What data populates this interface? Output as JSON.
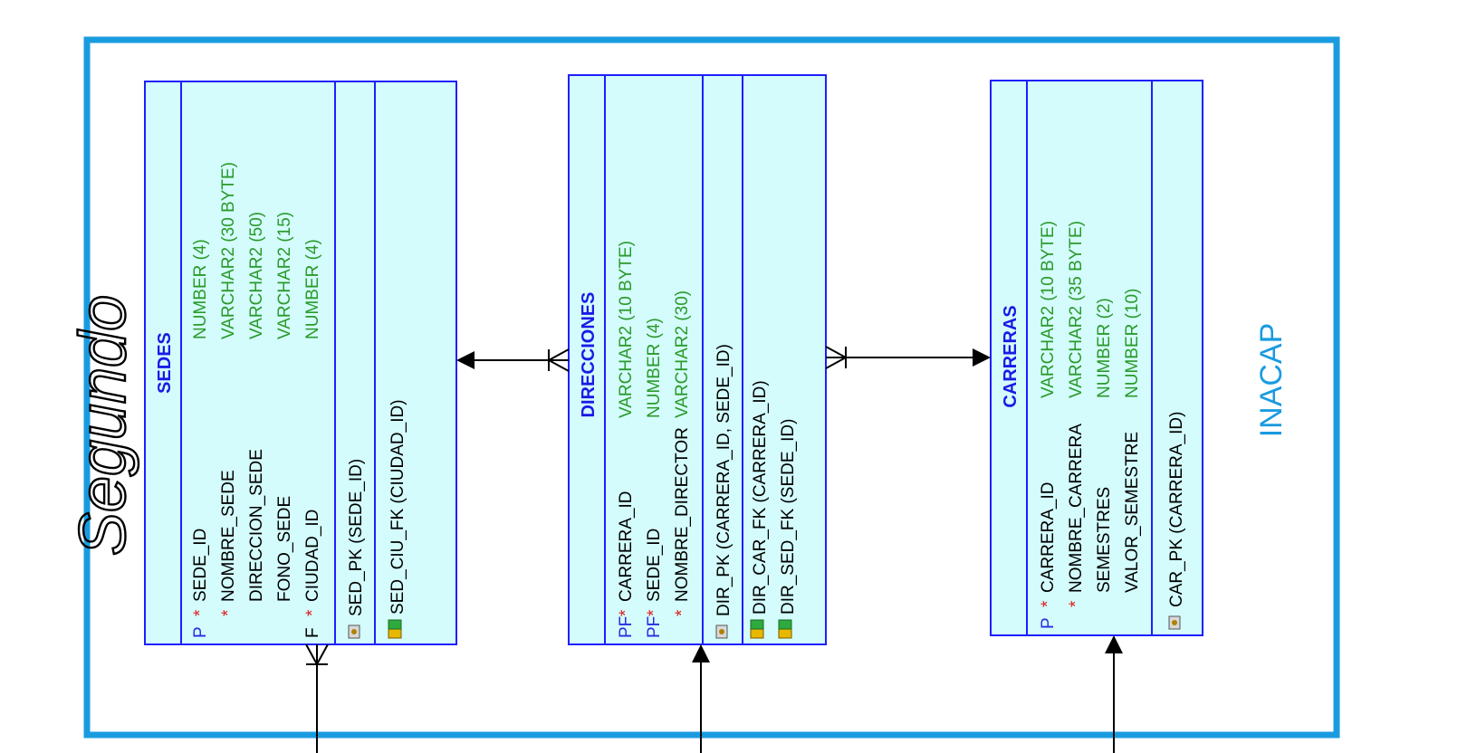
{
  "frame": {
    "label": "INACAP",
    "border_color": "#1a9be0"
  },
  "annotation": {
    "handwriting": "Segundo"
  },
  "colors": {
    "table_fill": "#d4fcfc",
    "table_border": "#1f1fff",
    "table_name": "#1a1ae6",
    "type_text": "#2a9a2a",
    "mandatory_star": "#e02020",
    "key_marker": "#2a2adf"
  },
  "tables": {
    "sedes": {
      "name": "SEDES",
      "columns": [
        {
          "flag": "P",
          "star": "*",
          "name": "SEDE_ID",
          "type": "NUMBER (4)"
        },
        {
          "flag": "",
          "star": "*",
          "name": "NOMBRE_SEDE",
          "type": "VARCHAR2 (30 BYTE)"
        },
        {
          "flag": "",
          "star": "",
          "name": "DIRECCION_SEDE",
          "type": "VARCHAR2 (50)"
        },
        {
          "flag": "",
          "star": "",
          "name": "FONO_SEDE",
          "type": "VARCHAR2 (15)"
        },
        {
          "flag": "F",
          "star": "*",
          "name": "CIUDAD_ID",
          "type": "NUMBER (4)"
        }
      ],
      "pk": "SED_PK (SEDE_ID)",
      "fks": [
        "SED_CIU_FK (CIUDAD_ID)"
      ]
    },
    "direcciones": {
      "name": "DIRECCIONES",
      "columns": [
        {
          "flag": "PF",
          "star": "*",
          "name": "CARRERA_ID",
          "type": "VARCHAR2 (10 BYTE)"
        },
        {
          "flag": "PF",
          "star": "*",
          "name": "SEDE_ID",
          "type": "NUMBER (4)"
        },
        {
          "flag": "",
          "star": "*",
          "name": "NOMBRE_DIRECTOR",
          "type": "VARCHAR2 (30)"
        }
      ],
      "pk": "DIR_PK (CARRERA_ID, SEDE_ID)",
      "fks": [
        "DIR_CAR_FK (CARRERA_ID)",
        "DIR_SED_FK (SEDE_ID)"
      ]
    },
    "carreras": {
      "name": "CARRERAS",
      "columns": [
        {
          "flag": "P",
          "star": "*",
          "name": "CARRERA_ID",
          "type": "VARCHAR2 (10 BYTE)"
        },
        {
          "flag": "",
          "star": "*",
          "name": "NOMBRE_CARRERA",
          "type": "VARCHAR2 (35 BYTE)"
        },
        {
          "flag": "",
          "star": "",
          "name": "SEMESTRES",
          "type": "NUMBER (2)"
        },
        {
          "flag": "",
          "star": "",
          "name": "VALOR_SEMESTRE",
          "type": "NUMBER (10)"
        }
      ],
      "pk": "CAR_PK (CARRERA_ID)",
      "fks": []
    }
  }
}
